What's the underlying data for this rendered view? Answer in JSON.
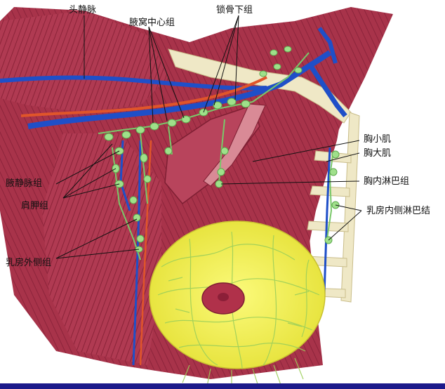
{
  "labels": {
    "cephalic_vein": "头静脉",
    "central_axillary_group": "腋窝中心组",
    "subclavian_group": "锁骨下组",
    "pectoralis_minor": "胸小肌",
    "pectoralis_major": "胸大肌",
    "interpectoral_group": "胸内淋巴组",
    "axillary_vein_group": "腋静脉组",
    "scapular_group": "肩胛组",
    "internal_mammary_nodes": "乳房内侧淋巴结",
    "lateral_mammary_group": "乳房外侧组"
  },
  "colors": {
    "muscle": "#a8334a",
    "muscle_dark": "#7e1f33",
    "muscle_light": "#c55a6e",
    "vein": "#1f4fc8",
    "artery": "#e0552a",
    "lymph_node": "#9fe08a",
    "lymph_vessel": "#7ac86a",
    "breast_fat": "#f0f05a",
    "nipple": "#b0314a",
    "bone": "#efe8c6",
    "bottom_bar": "#1c1a8a"
  }
}
